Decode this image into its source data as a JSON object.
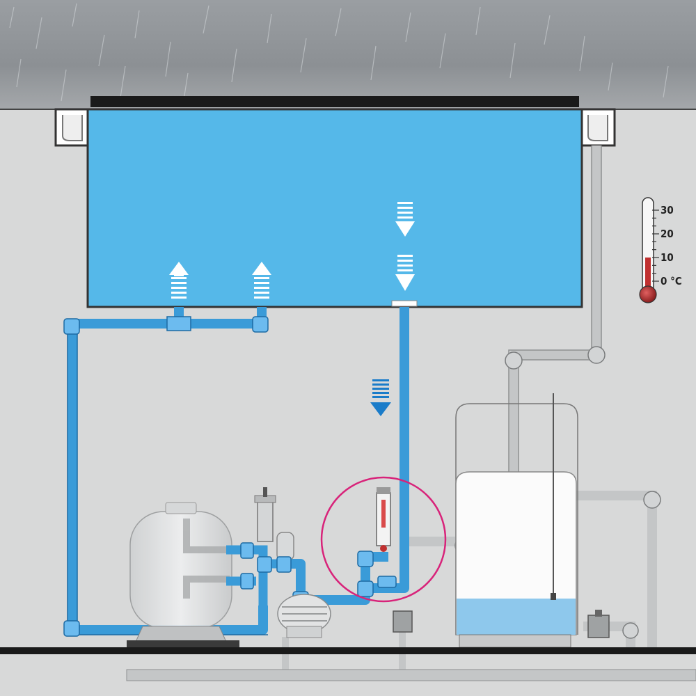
{
  "colors": {
    "sky": "#8e9296",
    "ground": "#d8d9d9",
    "pool_water": "#55b8e9",
    "pipe_blue": "#3a9bd8",
    "pipe_grey": "#c4c6c7",
    "arrow_dark": "#1a7cc9",
    "thermometer_red": "#c03030",
    "highlight_ring": "#d8237a",
    "slab": "#1a1a1a"
  },
  "icons": {
    "moon": "moon-icon",
    "thermometer": "thermometer-icon",
    "flow_arrow": "flow-arrow-icon"
  },
  "thermometer": {
    "ticks": [
      {
        "label": "30"
      },
      {
        "label": "20"
      },
      {
        "label": "10"
      },
      {
        "label": "0 °C"
      }
    ],
    "reading_celsius": 10
  }
}
